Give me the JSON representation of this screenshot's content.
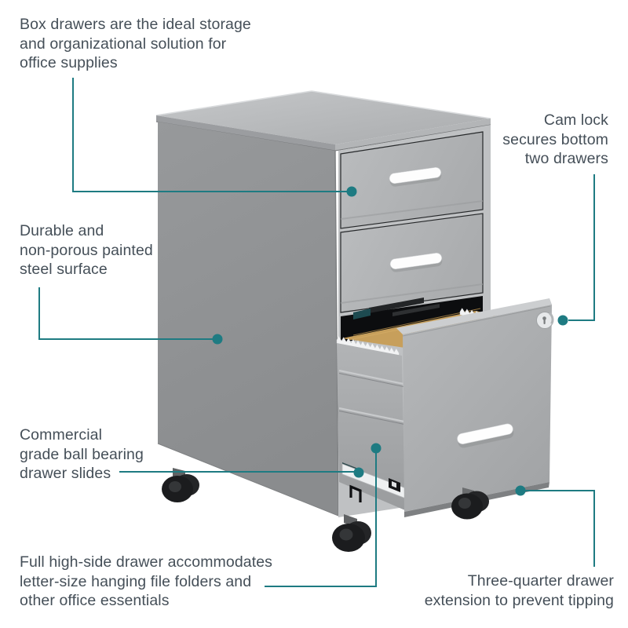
{
  "colors": {
    "accent": "#1e7b82",
    "text": "#454f58",
    "bg": "#ffffff",
    "cabinet_gray": "#b1b3b5",
    "side_panel_gray": "#919395",
    "folder_tan": "#c79f5b",
    "caster_black": "#1b1c1e"
  },
  "illustration": {
    "alt": "Gray three-drawer mobile file cabinet on casters with bottom drawer open showing a hanging file folder rail"
  },
  "callouts": {
    "box_drawers": {
      "lines": [
        "Box drawers are the ideal storage",
        "and organizational solution for",
        "office supplies"
      ]
    },
    "cam_lock": {
      "lines": [
        "Cam lock",
        "secures bottom",
        "two drawers"
      ]
    },
    "durable": {
      "lines": [
        "Durable and",
        "non-porous painted",
        "steel surface"
      ]
    },
    "drawer_slides": {
      "lines": [
        "Commercial",
        "grade ball bearing",
        "drawer slides"
      ]
    },
    "full_drawer": {
      "lines": [
        "Full high-side drawer accommodates",
        "letter-size hanging file folders and",
        "other office essentials"
      ]
    },
    "three_quarter": {
      "lines": [
        "Three-quarter drawer",
        "extension to prevent tipping"
      ]
    }
  }
}
